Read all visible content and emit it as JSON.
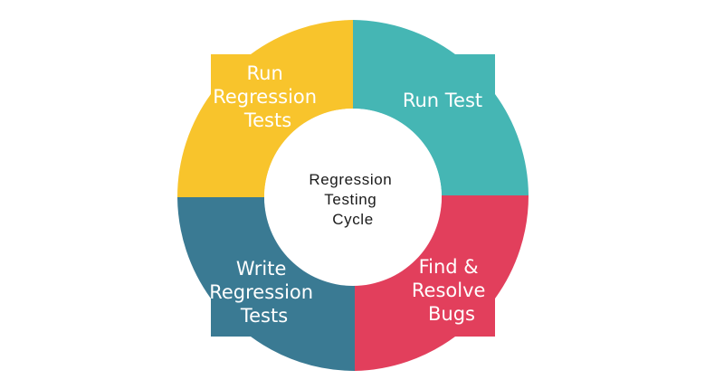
{
  "center": {
    "lines": [
      "Regression",
      "Testing",
      "Cycle"
    ]
  },
  "quadrants": [
    {
      "id": "run-regression-tests",
      "lines": [
        "Run",
        "Regression",
        "Tests"
      ],
      "color": "#F8C42C"
    },
    {
      "id": "run-test",
      "lines": [
        "Run Test"
      ],
      "color": "#45B6B4"
    },
    {
      "id": "find-resolve-bugs",
      "lines": [
        "Find &",
        "Resolve",
        "Bugs"
      ],
      "color": "#E23F5C"
    },
    {
      "id": "write-regression-tests",
      "lines": [
        "Write",
        "Regression",
        "Tests"
      ],
      "color": "#3A7A93"
    }
  ]
}
